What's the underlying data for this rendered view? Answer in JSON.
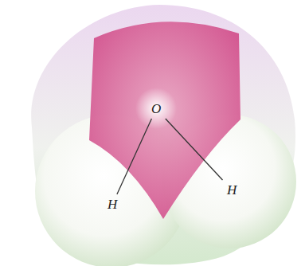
{
  "diagram": {
    "nodes": [
      {
        "text": [
          "O"
        ]
      },
      {
        "text": [
          "H"
        ]
      },
      {
        "text": [
          "H"
        ]
      }
    ],
    "edges": [
      {
        "from": 0,
        "to": 1,
        "arrow": "none"
      },
      {
        "from": 0,
        "to": 2,
        "arrow": "none"
      }
    ]
  }
}
